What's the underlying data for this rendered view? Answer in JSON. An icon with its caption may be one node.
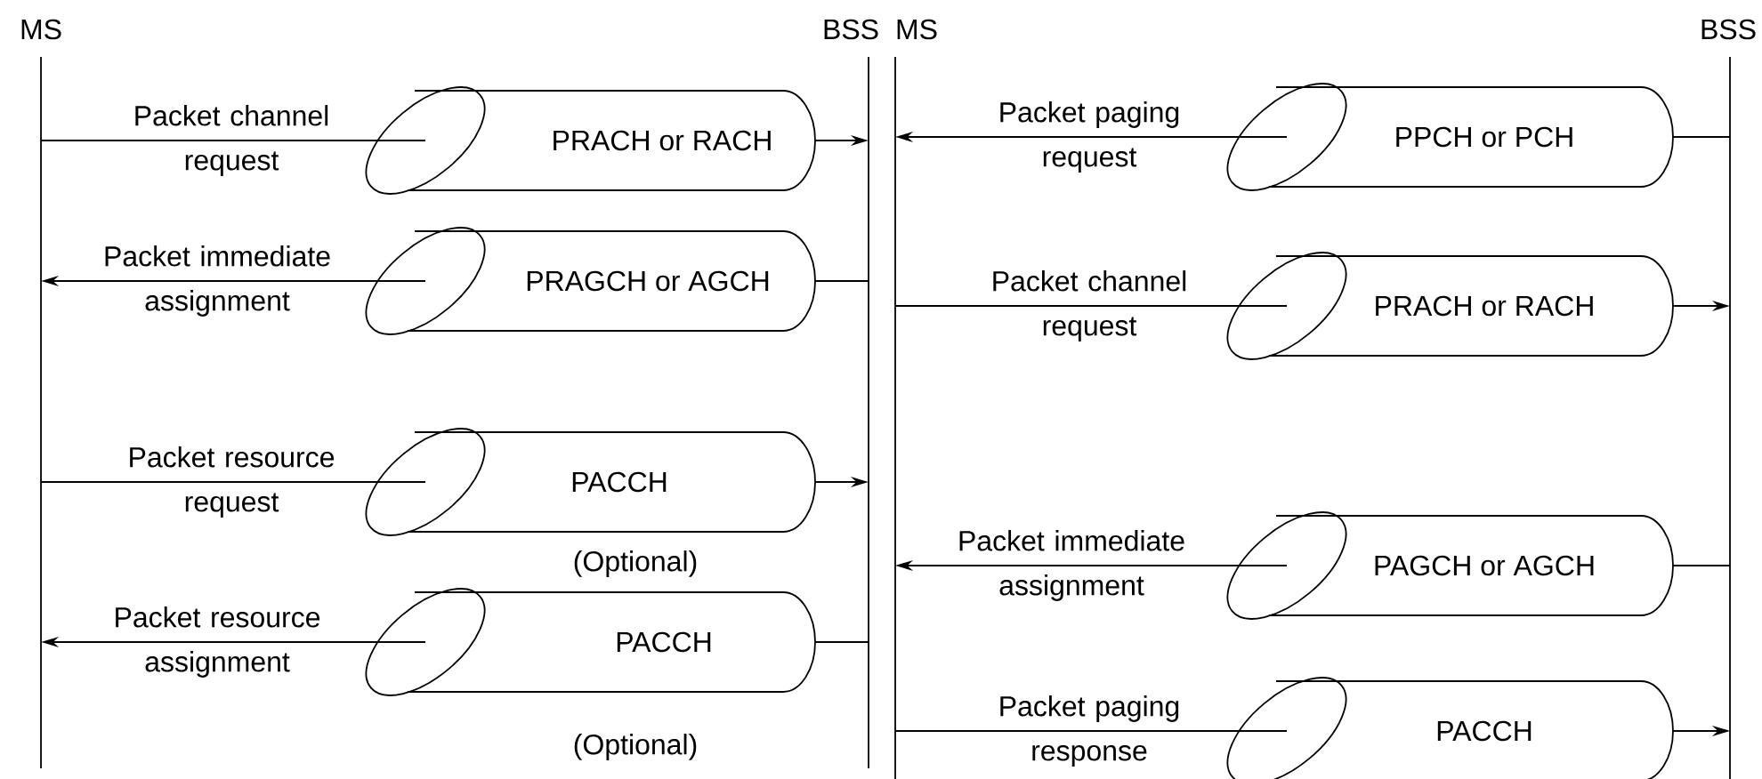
{
  "diagram": {
    "nodes": [
      {
        "text": [
          "MS"
        ]
      },
      {
        "text": [
          "BSS"
        ]
      },
      {
        "text": [
          "MS"
        ]
      },
      {
        "text": [
          "BSS"
        ]
      },
      {
        "text": [
          "PRACH or RACH"
        ]
      },
      {
        "text": [
          "PRAGCH or AGCH"
        ]
      },
      {
        "text": [
          "PACCH"
        ],
        "beside": [
          "(Optional)"
        ]
      },
      {
        "text": [
          "PACCH"
        ],
        "beside": [
          "(Optional)"
        ]
      },
      {
        "text": [
          "PPCH or PCH"
        ]
      },
      {
        "text": [
          "PRACH or RACH"
        ]
      },
      {
        "text": [
          "PAGCH or AGCH"
        ]
      },
      {
        "text": [
          "PACCH"
        ]
      }
    ],
    "edges": [
      {
        "from": 0,
        "to": 4,
        "arrow": "none",
        "label": "Packet channel request"
      },
      {
        "from": 4,
        "to": 1,
        "arrow": "to"
      },
      {
        "from": 5,
        "to": 0,
        "arrow": "to",
        "label": "Packet immediate assignment"
      },
      {
        "from": 1,
        "to": 5,
        "arrow": "none"
      },
      {
        "from": 0,
        "to": 6,
        "arrow": "none",
        "label": "Packet resource request"
      },
      {
        "from": 6,
        "to": 1,
        "arrow": "to"
      },
      {
        "from": 7,
        "to": 0,
        "arrow": "to",
        "label": "Packet resource assignment"
      },
      {
        "from": 1,
        "to": 7,
        "arrow": "none"
      },
      {
        "from": 8,
        "to": 2,
        "arrow": "to",
        "label": "Packet paging request"
      },
      {
        "from": 3,
        "to": 8,
        "arrow": "none"
      },
      {
        "from": 2,
        "to": 9,
        "arrow": "none",
        "label": "Packet channel request"
      },
      {
        "from": 9,
        "to": 3,
        "arrow": "to"
      },
      {
        "from": 10,
        "to": 2,
        "arrow": "to",
        "label": "Packet immediate assignment"
      },
      {
        "from": 3,
        "to": 10,
        "arrow": "none"
      },
      {
        "from": 2,
        "to": 11,
        "arrow": "none",
        "label": "Packet paging response"
      },
      {
        "from": 11,
        "to": 3,
        "arrow": "to"
      }
    ]
  }
}
